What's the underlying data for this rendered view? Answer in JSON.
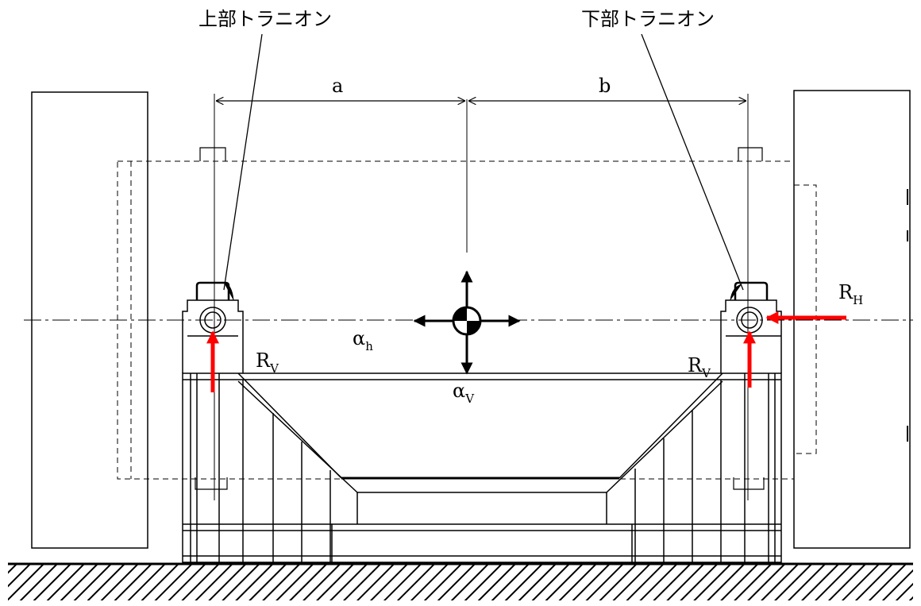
{
  "labels": {
    "upper_trunnion": "上部トラニオン",
    "lower_trunnion": "下部トラニオン",
    "dim_a": "a",
    "dim_b": "b",
    "alpha_h": {
      "base": "α",
      "sub": "h"
    },
    "alpha_v": {
      "base": "α",
      "sub": "V"
    },
    "rv_left": {
      "base": "R",
      "sub": "V"
    },
    "rv_right": {
      "base": "R",
      "sub": "V"
    },
    "rh": {
      "base": "R",
      "sub": "H"
    }
  },
  "colors": {
    "line": "#000000",
    "force_arrow": "#ff0000",
    "ground_hatch": "#000000",
    "background": "#ffffff"
  }
}
